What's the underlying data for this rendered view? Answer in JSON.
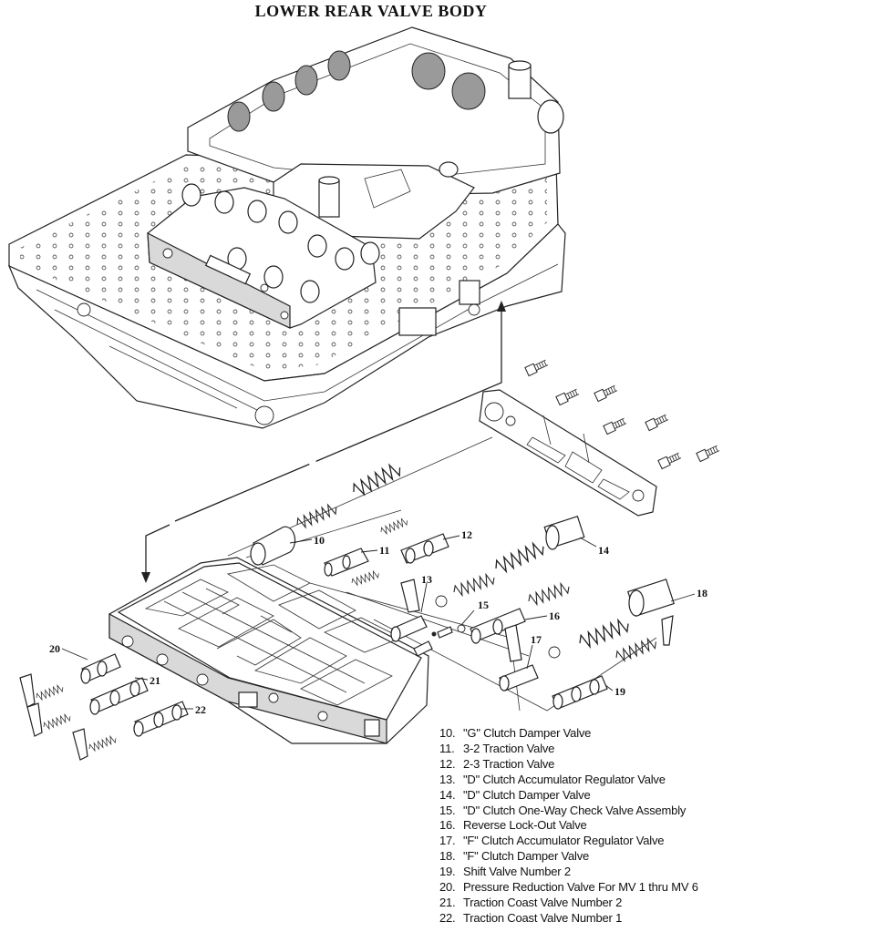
{
  "title": "LOWER REAR VALVE BODY",
  "callouts": [
    "10",
    "11",
    "12",
    "13",
    "14",
    "15",
    "16",
    "17",
    "18",
    "19",
    "20",
    "21",
    "22"
  ],
  "legend": [
    {
      "num": "10.",
      "text": "\"G\" Clutch Damper Valve"
    },
    {
      "num": "11.",
      "text": "3-2 Traction Valve"
    },
    {
      "num": "12.",
      "text": "2-3 Traction Valve"
    },
    {
      "num": "13.",
      "text": "\"D\" Clutch Accumulator Regulator Valve"
    },
    {
      "num": "14.",
      "text": "\"D\" Clutch Damper Valve"
    },
    {
      "num": "15.",
      "text": "\"D\" Clutch One-Way Check Valve Assembly"
    },
    {
      "num": "16.",
      "text": "Reverse Lock-Out Valve"
    },
    {
      "num": "17.",
      "text": "\"F\" Clutch Accumulator Regulator Valve"
    },
    {
      "num": "18.",
      "text": "\"F\" Clutch Damper Valve"
    },
    {
      "num": "19.",
      "text": "Shift Valve Number 2"
    },
    {
      "num": "20.",
      "text": "Pressure Reduction Valve For MV 1 thru MV 6"
    },
    {
      "num": "21.",
      "text": "Traction Coast Valve Number 2"
    },
    {
      "num": "22.",
      "text": "Traction Coast Valve Number 1"
    }
  ]
}
